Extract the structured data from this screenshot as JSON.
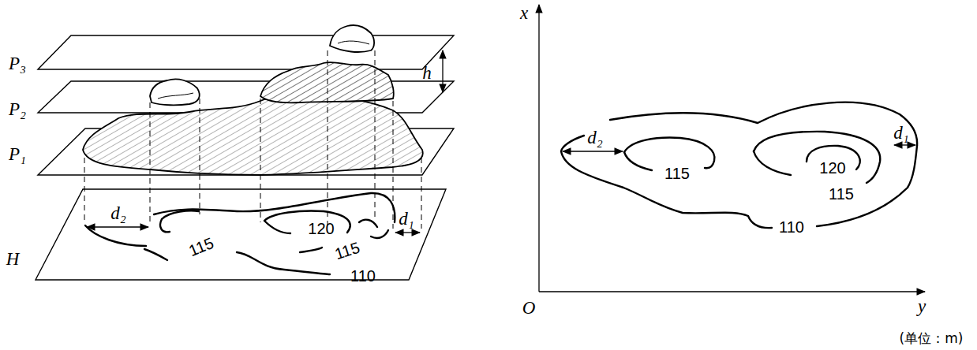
{
  "diagram": {
    "labels": [
      "P₃",
      "P₂",
      "P₁",
      "H",
      "h",
      "d₂",
      "d₁",
      "115",
      "120",
      "115",
      "110",
      "x",
      "y",
      "O",
      "d₂",
      "d₁",
      "115",
      "120",
      "115",
      "110",
      "(单位：m)"
    ]
  }
}
